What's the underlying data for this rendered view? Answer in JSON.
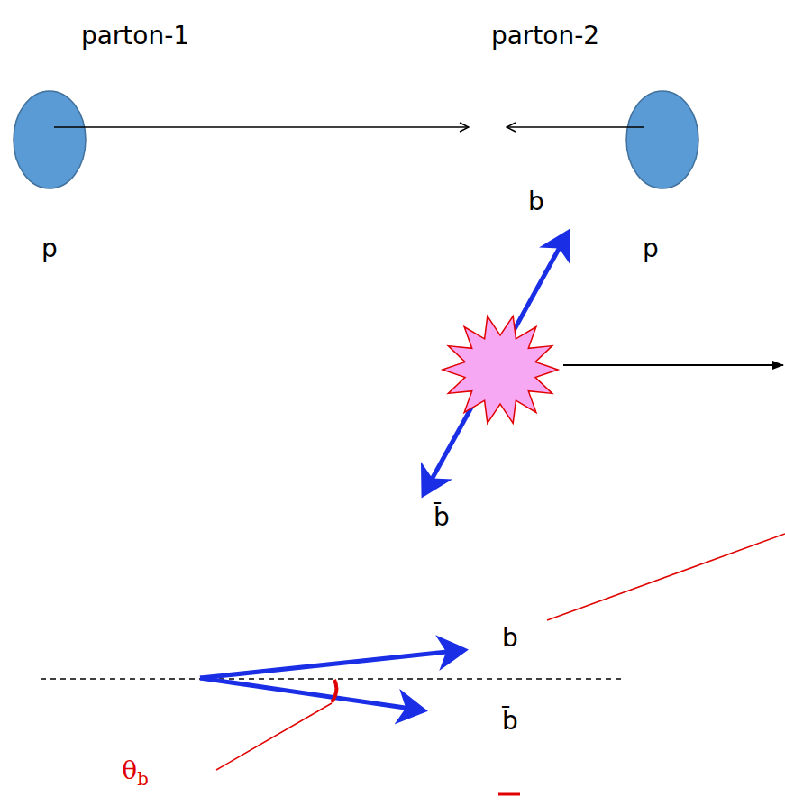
{
  "diagram": {
    "labels": [
      "parton-1",
      "parton-2",
      "b",
      "p",
      "p",
      "b̄",
      "b",
      "b̄",
      "θb"
    ]
  }
}
